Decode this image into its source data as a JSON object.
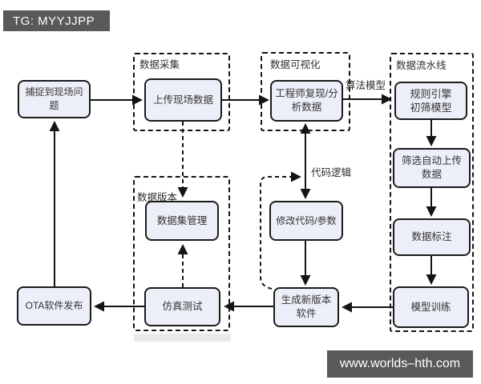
{
  "header": {
    "tag_label": "TG: MYYJJPP"
  },
  "footer": {
    "site_label": "www.worlds–hth.com"
  },
  "diagram": {
    "groups": {
      "collection": "数据采集",
      "visualization": "数据可视化",
      "pipeline": "数据流水线",
      "version": "数据版本"
    },
    "nodes": {
      "capture": "捕捉到现场问题",
      "upload": "上传现场数据",
      "engineer": "工程师复现/分析数据",
      "rule_engine": "规则引擎初筛模型",
      "filter_upload": "筛选自动上传数据",
      "labeling": "数据标注",
      "training": "模型训练",
      "dataset_mgmt": "数据集管理",
      "modify_code": "修改代码/参数",
      "new_version": "生成新版本软件",
      "simulation": "仿真测试",
      "ota": "OTA软件发布"
    },
    "edge_labels": {
      "algorithm_model": "算法模型",
      "code_logic": "代码逻辑"
    },
    "colors": {
      "node_fill": "#edeff8",
      "node_border": "#1b1b1b",
      "line": "#141414",
      "banner_bg": "#58595b",
      "banner_text": "#ffffff"
    }
  }
}
